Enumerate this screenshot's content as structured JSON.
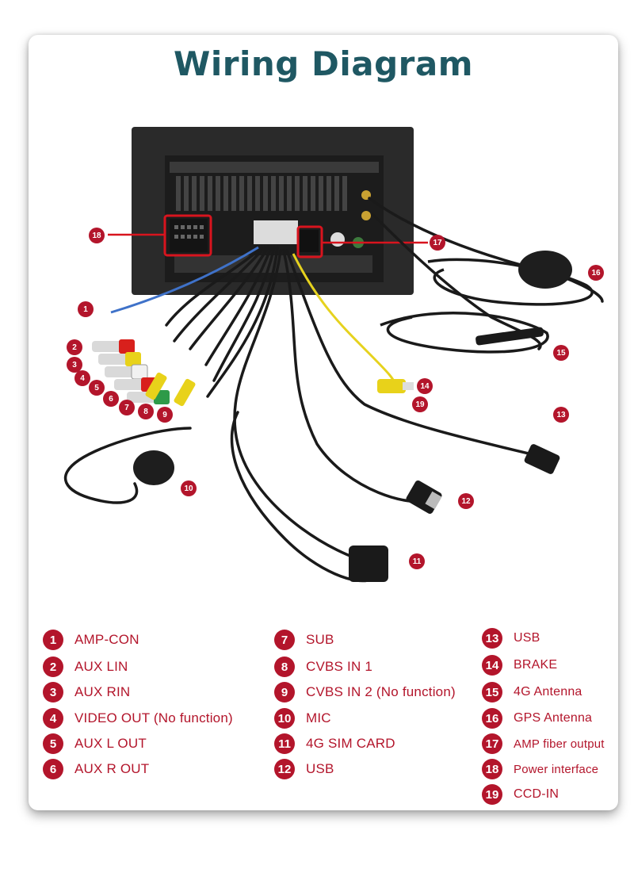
{
  "title": "Wiring Diagram",
  "callouts": [
    {
      "num": "1"
    },
    {
      "num": "2"
    },
    {
      "num": "3"
    },
    {
      "num": "4"
    },
    {
      "num": "5"
    },
    {
      "num": "6"
    },
    {
      "num": "7"
    },
    {
      "num": "8"
    },
    {
      "num": "9"
    },
    {
      "num": "10"
    },
    {
      "num": "11"
    },
    {
      "num": "12"
    },
    {
      "num": "13"
    },
    {
      "num": "14"
    },
    {
      "num": "15"
    },
    {
      "num": "16"
    },
    {
      "num": "17"
    },
    {
      "num": "18"
    },
    {
      "num": "19"
    }
  ],
  "legend": {
    "col1": [
      {
        "num": "1",
        "label": "AMP-CON"
      },
      {
        "num": "2",
        "label": "AUX LIN"
      },
      {
        "num": "3",
        "label": "AUX RIN"
      },
      {
        "num": "4",
        "label": "VIDEO OUT (No function)"
      },
      {
        "num": "5",
        "label": "AUX L OUT"
      },
      {
        "num": "6",
        "label": "AUX R OUT"
      }
    ],
    "col2": [
      {
        "num": "7",
        "label": "SUB"
      },
      {
        "num": "8",
        "label": "CVBS IN 1"
      },
      {
        "num": "9",
        "label": "CVBS IN 2 (No function)"
      },
      {
        "num": "10",
        "label": "MIC"
      },
      {
        "num": "11",
        "label": "4G SIM CARD"
      },
      {
        "num": "12",
        "label": "USB"
      }
    ],
    "col3": [
      {
        "num": "13",
        "label": "USB"
      },
      {
        "num": "14",
        "label": "BRAKE"
      },
      {
        "num": "15",
        "label": "4G Antenna"
      },
      {
        "num": "16",
        "label": "GPS Antenna"
      },
      {
        "num": "17",
        "label": "AMP fiber output"
      },
      {
        "num": "18",
        "label": "Power interface"
      },
      {
        "num": "19",
        "label": "CCD-IN"
      }
    ]
  },
  "colors": {
    "accent": "#b3152b",
    "title": "#1f5863",
    "unit_body": "#2a2a2a"
  },
  "icons": [
    "head-unit-back-panel",
    "rca-connector",
    "usb-connector",
    "gps-antenna-icon",
    "microphone-icon",
    "sim-card-connector"
  ]
}
